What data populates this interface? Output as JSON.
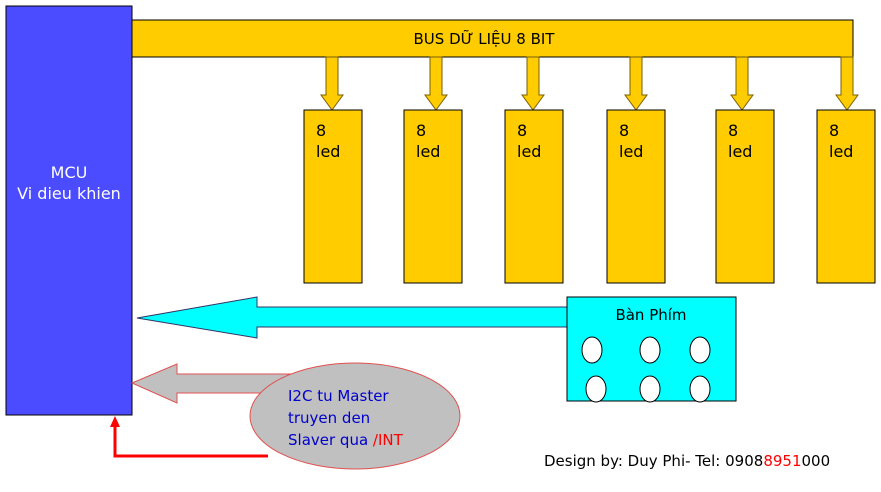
{
  "mcu": {
    "line1": "MCU",
    "line2": "Vi dieu khien"
  },
  "bus": {
    "label": "BUS DỮ LIỆU 8 BIT"
  },
  "leds": [
    {
      "line1": "8",
      "line2": "led"
    },
    {
      "line1": "8",
      "line2": "led"
    },
    {
      "line1": "8",
      "line2": "led"
    },
    {
      "line1": "8",
      "line2": "led"
    },
    {
      "line1": "8",
      "line2": "led"
    },
    {
      "line1": "8",
      "line2": "led"
    }
  ],
  "keyboard": {
    "label": "Bàn Phím"
  },
  "i2c": {
    "line1": "I2C tu Master",
    "line2": "truyen den",
    "line3_a": "Slaver qua ",
    "line3_b": "/INT"
  },
  "credit": {
    "prefix": "Design by: Duy Phi- Tel: ",
    "phone_a": "0908",
    "phone_b": "8951",
    "phone_c": "000"
  },
  "colors": {
    "mcu": "#4b4bff",
    "bus": "#ffcc00",
    "keyboard": "#00ffff",
    "i2c": "#c0c0c0",
    "red": "#ff0000",
    "blue_text": "#0000cc"
  }
}
